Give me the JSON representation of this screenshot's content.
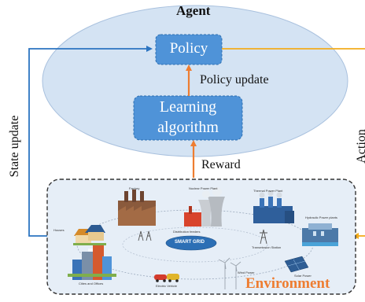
{
  "agent": {
    "title": "Agent"
  },
  "policy_box": {
    "label": "Policy"
  },
  "learning_box": {
    "line1": "Learning",
    "line2": "algorithm"
  },
  "edges": {
    "policy_update": "Policy update",
    "reward": "Reward",
    "state_update": "State update",
    "action": "Action"
  },
  "environment": {
    "title": "Environment",
    "hub": "SMART GRID",
    "nodes": {
      "factory": "Factory",
      "nuclear": "Nuclear Power Plant",
      "thermal": "Thermal Power Plant",
      "house": "Houses",
      "distribution": "Distribution feeders",
      "transmission": "Transmission Station",
      "hydro": "Hydraulic Power plants",
      "cities": "Cities and Offices",
      "vehicles": "Electric Vehicle",
      "solar": "Solar Power",
      "wind": "Wind Power"
    }
  },
  "colors": {
    "ellipse_fill": "#d4e3f3",
    "ellipse_stroke": "#a9c1de",
    "box_fill": "#4f93d8",
    "box_stroke": "#2e6fb1",
    "arrow_orange": "#ee7d31",
    "arrow_blue": "#2b74c1",
    "arrow_yellow": "#f3ac1c",
    "env_fill": "#e6eef7",
    "env_title": "#ee7d31"
  }
}
